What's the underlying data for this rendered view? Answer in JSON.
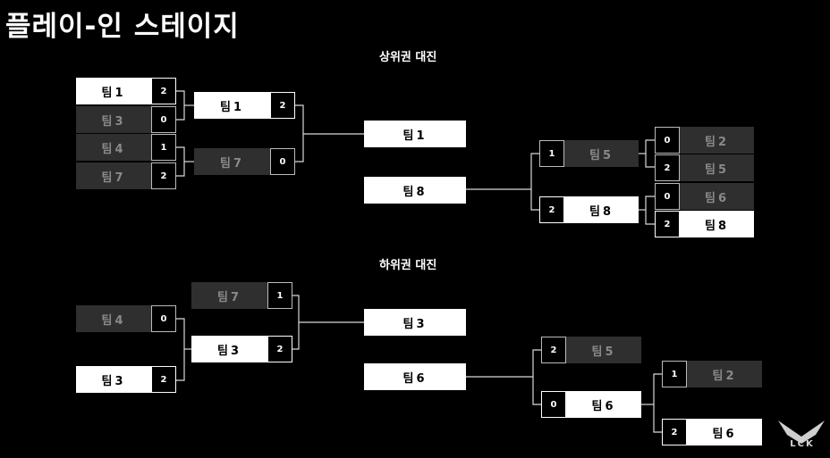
{
  "title": "플레이-인 스테이지",
  "upper": {
    "label": "상위권 대진",
    "left_matches": [
      {
        "a": {
          "team": "팀1",
          "score": "2",
          "result": "win"
        },
        "b": {
          "team": "팀3",
          "score": "0",
          "result": "lose"
        }
      },
      {
        "a": {
          "team": "팀4",
          "score": "1",
          "result": "lose"
        },
        "b": {
          "team": "팀7",
          "score": "2",
          "result": "lose"
        }
      }
    ],
    "left_final": [
      {
        "team": "팀1",
        "score": "2",
        "result": "win"
      },
      {
        "team": "팀7",
        "score": "0",
        "result": "lose"
      }
    ],
    "center": [
      "팀1",
      "팀8"
    ],
    "right_final": [
      {
        "team": "팀5",
        "score": "1",
        "result": "lose"
      },
      {
        "team": "팀8",
        "score": "2",
        "result": "win"
      }
    ],
    "right_matches": [
      {
        "a": {
          "team": "팀2",
          "score": "0",
          "result": "lose"
        },
        "b": {
          "team": "팀5",
          "score": "2",
          "result": "lose"
        }
      },
      {
        "a": {
          "team": "팀6",
          "score": "0",
          "result": "lose"
        },
        "b": {
          "team": "팀8",
          "score": "2",
          "result": "win"
        }
      }
    ]
  },
  "lower": {
    "label": "하위권 대진",
    "left_first": [
      {
        "team": "팀4",
        "score": "0",
        "result": "lose"
      },
      {
        "team": "팀3",
        "score": "2",
        "result": "win"
      }
    ],
    "left_second": [
      {
        "team": "팀7",
        "score": "1",
        "result": "lose"
      },
      {
        "team": "팀3",
        "score": "2",
        "result": "win"
      }
    ],
    "center": [
      "팀3",
      "팀6"
    ],
    "right_first": [
      {
        "team": "팀5",
        "score": "2",
        "result": "lose"
      },
      {
        "team": "팀6",
        "score": "0",
        "result": "win"
      }
    ],
    "right_second": [
      {
        "team": "팀2",
        "score": "1",
        "result": "lose"
      },
      {
        "team": "팀6",
        "score": "2",
        "result": "win"
      }
    ]
  },
  "logo": {
    "text": "LCK",
    "icon": "lck-wing-icon"
  }
}
